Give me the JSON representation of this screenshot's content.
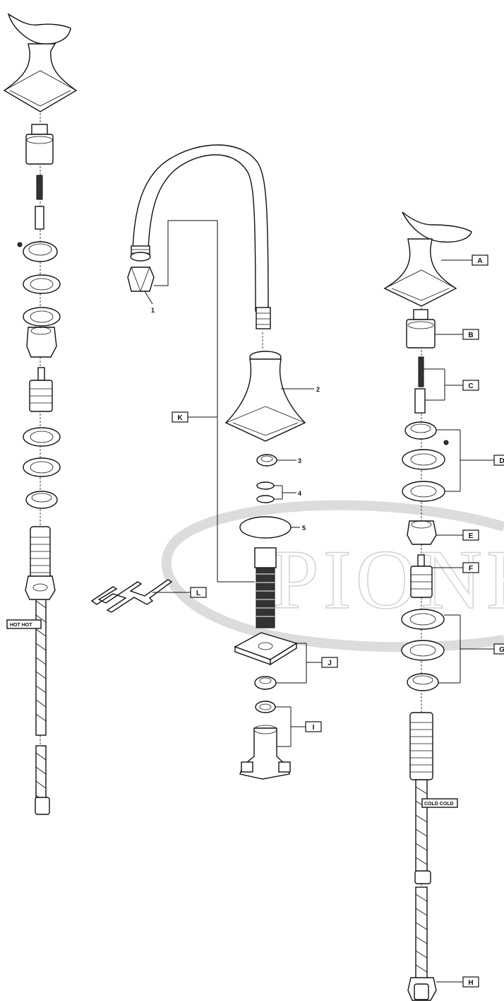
{
  "watermark": "PIONE",
  "labels": {
    "A": "A",
    "B": "B",
    "C": "C",
    "D": "D",
    "E": "E",
    "F": "F",
    "G": "G",
    "H": "H",
    "I": "I",
    "J": "J",
    "K": "K",
    "L": "L"
  },
  "numbers": {
    "n1": "1",
    "n2": "2",
    "n3": "3",
    "n4": "4",
    "n5": "5"
  },
  "hose_tags": {
    "hot": "HOT HOT",
    "cold": "COLD COLD"
  }
}
